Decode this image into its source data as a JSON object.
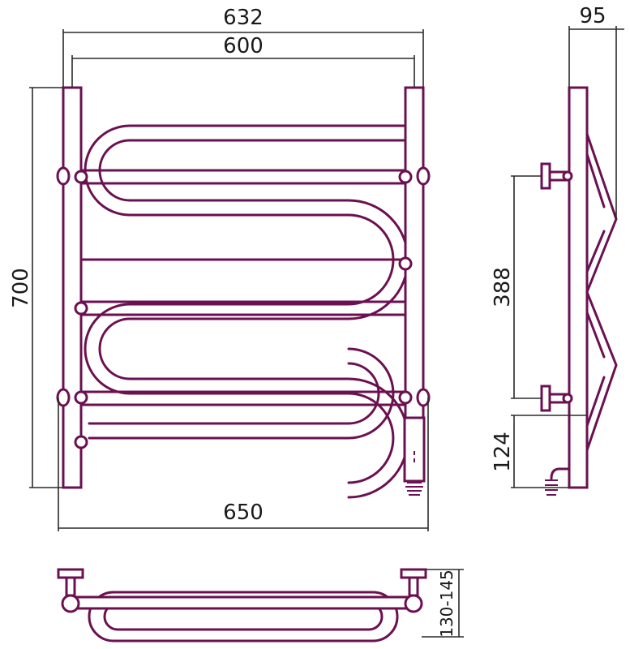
{
  "dimensions": {
    "overall_width": "632",
    "center_distance": "600",
    "side_depth": "95",
    "height": "700",
    "mount_spacing": "388",
    "bottom_offset": "124",
    "bottom_width": "650",
    "wall_offset": "130-145"
  },
  "colors": {
    "pipe": "#6b1050",
    "dimension": "#2a2a2a"
  }
}
